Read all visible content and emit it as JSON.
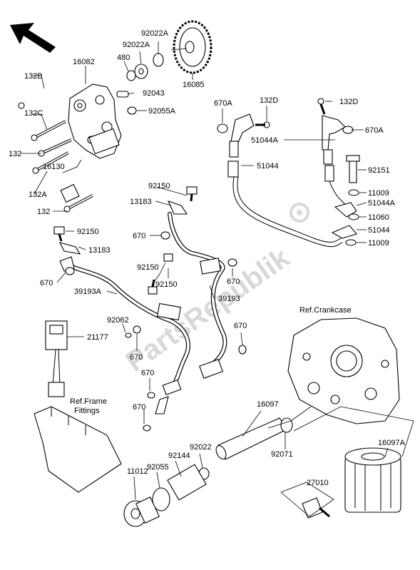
{
  "labels": {
    "p16082": "16082",
    "p132B": "132B",
    "p132C": "132C",
    "p132_a": "132",
    "p132A": "132A",
    "p16130": "16130",
    "p132_b": "132",
    "p480": "480",
    "p92022A_1": "92022A",
    "p92022A_2": "92022A",
    "p16085": "16085",
    "p92043": "92043",
    "p92055A": "92055A",
    "p670A_1": "670A",
    "p132D_1": "132D",
    "p132D_2": "132D",
    "p51044A": "51044A",
    "p670A_2": "670A",
    "p51044_1": "51044",
    "p92151": "92151",
    "p11009_1": "11009",
    "p51044A_2": "51044A",
    "p11060": "11060",
    "p51044_2": "51044",
    "p11009_2": "11009",
    "p92150_1": "92150",
    "p13183_1": "13183",
    "p670_1": "670",
    "p92150_2": "92150",
    "p13183_2": "13183",
    "p670_2": "670",
    "p670_3": "670",
    "p92150_3": "92150",
    "p92150_4": "92150",
    "p39193A": "39193A",
    "p39193": "39193",
    "p92062": "92062",
    "p21177": "21177",
    "p670_4": "670",
    "p670_5": "670",
    "p670_6": "670",
    "p670_7": "670",
    "refCrankcase": "Ref.Crankcase",
    "refFrame1": "Ref.Frame",
    "refFrame2": "Fittings",
    "p16097": "16097",
    "p16097A": "16097A",
    "p92022": "92022",
    "p92144": "92144",
    "p92055": "92055",
    "p92071": "92071",
    "p11012": "11012",
    "p27010": "27010"
  },
  "watermark": "PartsRepublik",
  "icons": {
    "arrow": "front-direction-arrow-icon",
    "gear": "gear-watermark-icon"
  }
}
